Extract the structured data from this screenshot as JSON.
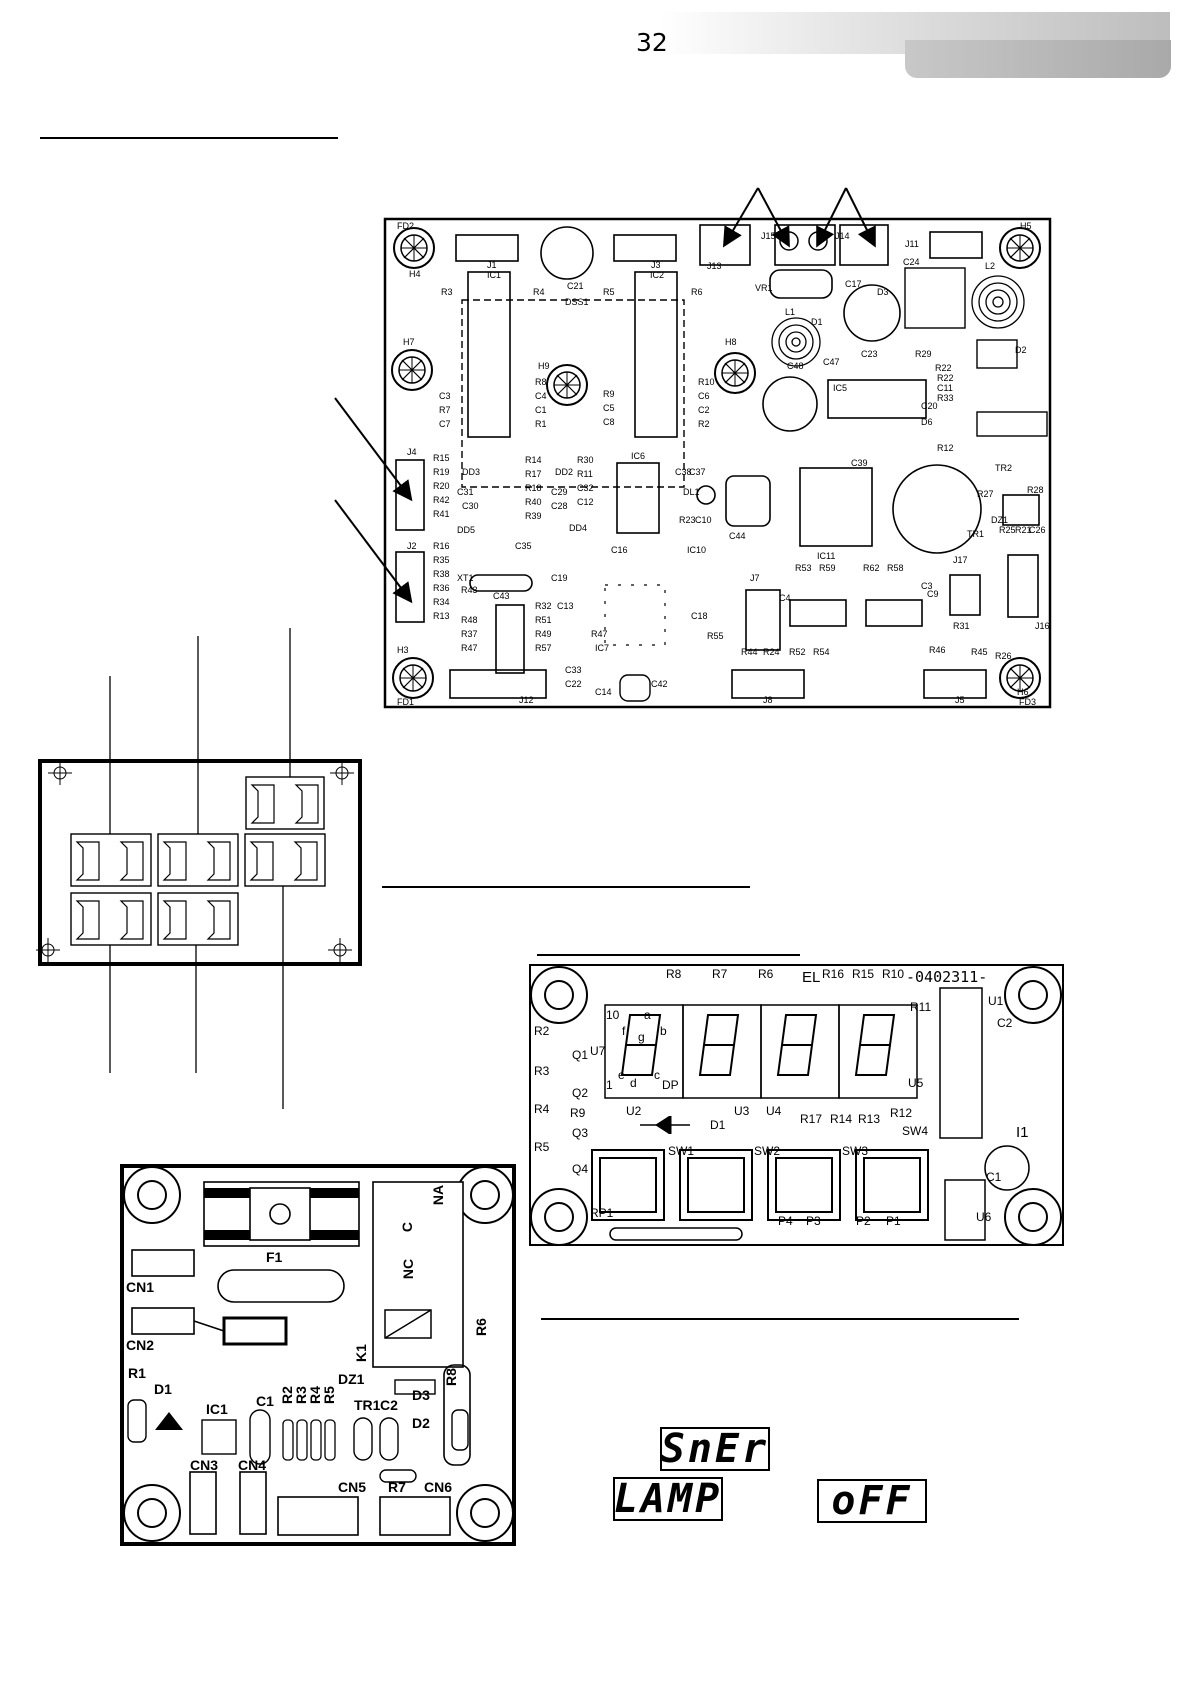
{
  "page": {
    "number": "32"
  },
  "main_board": {
    "labels": [
      "FD2",
      "H5",
      "H4",
      "J1",
      "IC1",
      "C21",
      "J3",
      "IC2",
      "J13",
      "J15",
      "J14",
      "J11",
      "C24",
      "L2",
      "VR1",
      "C17",
      "D3",
      "R3",
      "R4",
      "DSS1",
      "R5",
      "R6",
      "L1",
      "D1",
      "C23",
      "R29",
      "R22",
      "H7",
      "H9",
      "H8",
      "C47",
      "C48",
      "IC5",
      "R22",
      "C11",
      "R33",
      "D2",
      "C20",
      "D6",
      "R8",
      "R9",
      "R10",
      "C3",
      "R7",
      "C7",
      "C4",
      "C1",
      "R1",
      "C5",
      "C8",
      "C6",
      "C2",
      "R2",
      "R12",
      "J4",
      "R15",
      "R19",
      "R20",
      "R42",
      "R41",
      "DD3",
      "C31",
      "C30",
      "R14",
      "R17",
      "R18",
      "R40",
      "R39",
      "DD2",
      "C29",
      "C28",
      "R30",
      "R11",
      "C32",
      "C12",
      "IC6",
      "C38",
      "C37",
      "DL1",
      "C39",
      "TR2",
      "R27",
      "R28",
      "DZ1",
      "J2",
      "R16",
      "R35",
      "R38",
      "R36",
      "R34",
      "R13",
      "DD5",
      "XT1",
      "C35",
      "DD4",
      "R23",
      "C10",
      "IC10",
      "C44",
      "IC11",
      "TR1",
      "R25",
      "R21",
      "C26",
      "J17",
      "C16",
      "C19",
      "R43",
      "C43",
      "R32",
      "R48",
      "R37",
      "R47",
      "R51",
      "R49",
      "R57",
      "C13",
      "IC7",
      "C18",
      "J7",
      "R53",
      "R59",
      "R62",
      "R58",
      "C4",
      "C9",
      "C3",
      "R31",
      "J16",
      "R55",
      "R44",
      "R24",
      "R52",
      "R54",
      "R46",
      "R26",
      "R45",
      "R47",
      "C33",
      "C22",
      "C14",
      "C42",
      "H3",
      "FD1",
      "J12",
      "J8",
      "J5",
      "H6",
      "FD3"
    ]
  },
  "display_board": {
    "header_text": "EL",
    "code_text": "-0402311-",
    "labels": [
      "R8",
      "R7",
      "R6",
      "R16",
      "R15",
      "R10",
      "U1",
      "R11",
      "C2",
      "R2",
      "Q1",
      "U7",
      "R3",
      "Q2",
      "R4",
      "R9",
      "U2",
      "U3",
      "U4",
      "U5",
      "R17",
      "R14",
      "R13",
      "R12",
      "SW4",
      "Q3",
      "D1",
      "R5",
      "SW1",
      "SW2",
      "SW3",
      "Q4",
      "I1",
      "C1",
      "RP1",
      "P4",
      "P3",
      "P2",
      "P1",
      "U6"
    ],
    "segment_labels": [
      "10",
      "f",
      "a",
      "b",
      "g",
      "e",
      "c",
      "d",
      "DP",
      "1"
    ]
  },
  "relay_board": {
    "labels": [
      "F1",
      "NA",
      "C",
      "NC",
      "CN1",
      "CN2",
      "K1",
      "R6",
      "R1",
      "D1",
      "DZ1",
      "R8",
      "IC1",
      "C1",
      "R2",
      "R3",
      "R4",
      "R5",
      "TR1",
      "C2",
      "D3",
      "D2",
      "CN3",
      "CN4",
      "CN5",
      "R7",
      "CN6"
    ]
  },
  "displays": {
    "snr": "SnEr",
    "lamp": "LAMP",
    "off": "oFF"
  }
}
